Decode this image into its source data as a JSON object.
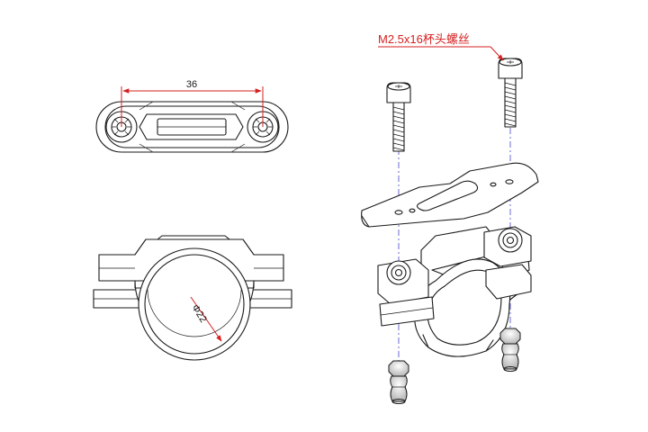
{
  "annotations": {
    "top_view_dimension": "36",
    "side_view_diameter": "Φ22",
    "screw_callout": "M2.5x16杯头螺丝"
  },
  "colors": {
    "line": "#1a1a1a",
    "callout": "#d42020",
    "centerline": "#6b6bd6",
    "background": "#ffffff"
  }
}
